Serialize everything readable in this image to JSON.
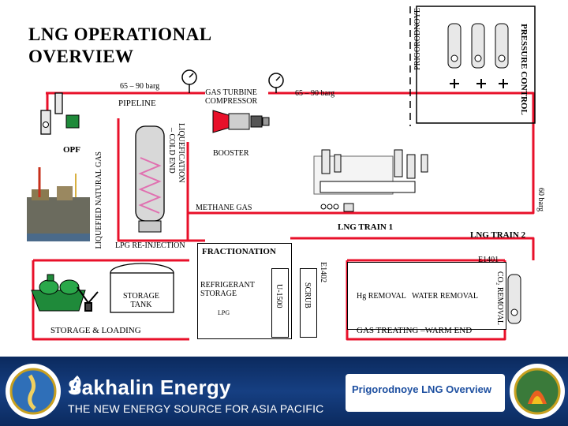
{
  "title_line1": "LNG OPERATIONAL",
  "title_line2": "OVERVIEW",
  "labels": {
    "pressure_left": "65 – 90 barg",
    "pressure_right": "65 – 90 barg",
    "pipeline": "PIPELINE",
    "gas_turbine_1": "GAS TURBINE",
    "gas_turbine_2": "COMPRESSOR",
    "prigorodnoye": "PRIGORODNOYE",
    "pressure_control": "PRESSURE CONTROL",
    "opf": "OPF",
    "liquefied_natural_gas": "LIQUEFIED NATURAL GAS",
    "liquefication_1": "LIQUEFICATION",
    "liquefication_2": "– COLD END",
    "booster": "BOOSTER",
    "methane_gas": "METHANE GAS",
    "sixty_barg": "60 barg",
    "lng_train_1": "LNG TRAIN 1",
    "lng_train_2": "LNG TRAIN 2",
    "lpg_reinjection": "LPG RE-INJECTION",
    "fractionation": "FRACTIONATION",
    "e1401": "E1401",
    "e1402": "E1402",
    "storage_tank_1": "STORAGE",
    "storage_tank_2": "TANK",
    "storage_loading": "STORAGE & LOADING",
    "refrigerant_1": "REFRIGERANT",
    "refrigerant_2": "STORAGE",
    "lpg": "LPG",
    "u1500": "U-1500",
    "scrub": "SCRUB",
    "hg_removal": "Hg REMOVAL",
    "water_removal": "WATER REMOVAL",
    "co2_removal": "CO₂ REMOVAL",
    "gas_treating": "GAS TREATING –WARM END"
  },
  "footer": {
    "brand_name": "Sakhalin Energy",
    "tagline": "THE NEW ENERGY SOURCE FOR ASIA PACIFIC",
    "presentation_title": "Prigorodnoye LNG Overview"
  },
  "colors": {
    "pipe": "#e8102a",
    "banner": "#0b2a5e",
    "vessel_green": "#1f8a3a",
    "lpg_tank": "#f2c300",
    "footer_title": "#1d4fa0"
  }
}
